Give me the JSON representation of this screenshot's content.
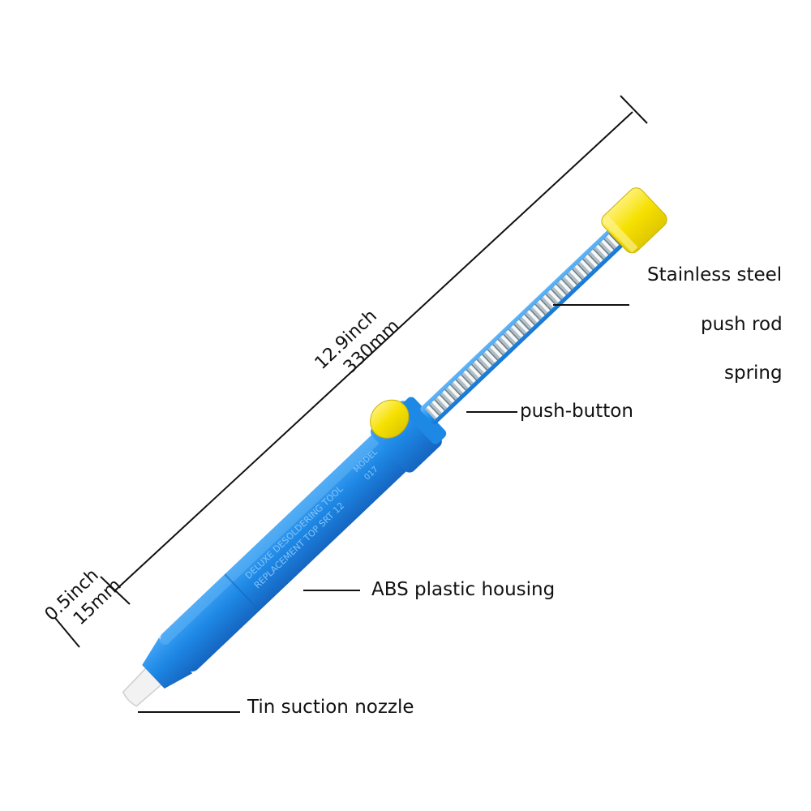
{
  "labels": {
    "stainless_steel": "Stainless steel",
    "push_rod": "push rod",
    "spring": "spring",
    "push_button": "push-button",
    "abs_housing": "ABS plastic housing",
    "nozzle": "Tin suction nozzle"
  },
  "dimensions": {
    "length_inch": "12.9inch",
    "length_mm": "330mm",
    "width_inch": "0.5inch",
    "width_mm": "15mm"
  },
  "body_text": {
    "model": "MODEL",
    "model_no": "017",
    "line1": "DELUXE DESOLDERING TOOL",
    "line2": "REPLACEMENT TOP SRT 12"
  },
  "colors": {
    "housing_blue": "#1e88e5",
    "housing_dark": "#1565c0",
    "cap_yellow": "#f5e000",
    "nozzle_white": "#f2f2f2",
    "spring_silver": "#cfd3d6"
  }
}
